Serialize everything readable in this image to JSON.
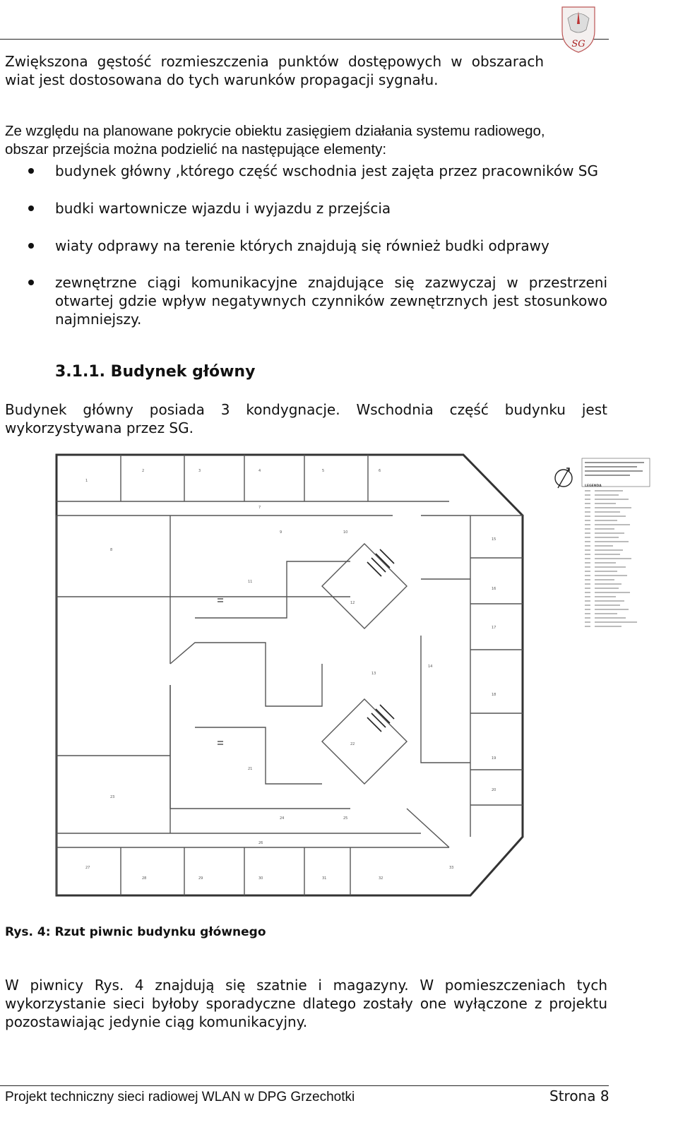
{
  "header": {
    "logo_text": "SG"
  },
  "paragraphs": {
    "intro_line1": "Zwiększona gęstość rozmieszczenia punktów dostępowych w obszarach",
    "intro_line2": "wiat jest dostosowana do tych warunków propagacji sygnału.",
    "division_line1": "Ze względu na planowane pokrycie obiektu zasięgiem działania systemu radiowego,",
    "division_line2": "obszar przejścia można podzielić na następujące elementy:"
  },
  "bullets": [
    {
      "lines": [
        "budynek główny ,którego część wschodnia jest zajęta przez pracowników SG"
      ]
    },
    {
      "lines": [
        "budki wartownicze wjazdu i wyjazdu z przejścia"
      ]
    },
    {
      "lines": [
        "wiaty odprawy na terenie których znajdują się również budki odprawy"
      ]
    },
    {
      "lines": [
        "zewnętrzne ciągi komunikacyjne znajdujące się zazwyczaj w przestrzeni",
        "otwartej gdzie wpływ negatywnych czynników zewnętrznych jest stosunkowo",
        "najmniejszy."
      ]
    }
  ],
  "section": {
    "number": "3.1.1.",
    "title": "Budynek główny"
  },
  "building_text": {
    "line1": "Budynek główny posiada 3 kondygnacje. Wschodnia część budynku jest",
    "line2": "wykorzystywana przez SG."
  },
  "figure": {
    "caption": "Rys. 4: Rzut piwnic budynku głównego",
    "legend_title": "LEGENDA"
  },
  "closing": {
    "line1": "W piwnicy Rys. 4 znajdują się szatnie i magazyny. W pomieszczeniach tych",
    "line2": "wykorzystanie sieci byłoby sporadyczne dlatego zostały one wyłączone z projektu",
    "line3": "pozostawiając jedynie ciąg komunikacyjny."
  },
  "footer": {
    "title": "Projekt techniczny sieci radiowej WLAN w DPG Grzechotki",
    "page": "Strona 8"
  }
}
